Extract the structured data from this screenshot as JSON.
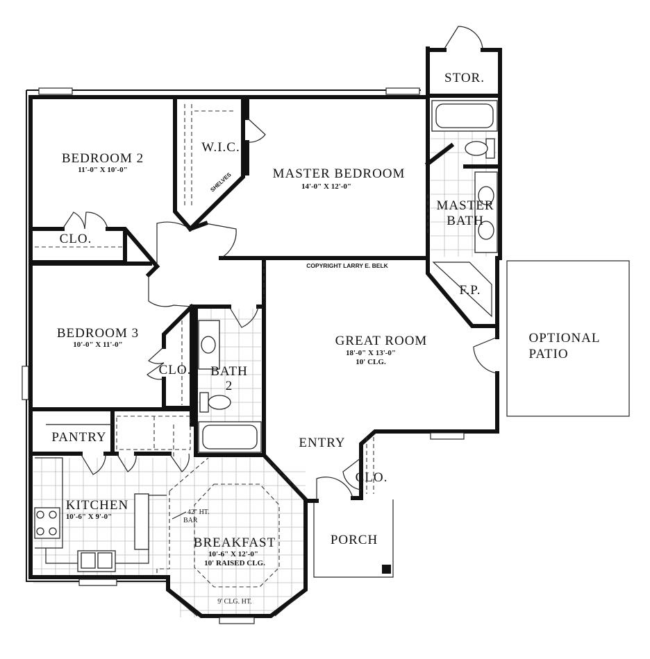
{
  "copyright": "COPYRIGHT LARRY E. BELK",
  "rooms": {
    "bedroom2": {
      "name": "BEDROOM 2",
      "dims": "11'-0\" X 10'-0\""
    },
    "bedroom3": {
      "name": "BEDROOM 3",
      "dims": "10'-0\" X 11'-0\""
    },
    "master_bedroom": {
      "name": "MASTER BEDROOM",
      "dims": "14'-0\" X 12'-0\""
    },
    "master_bath": {
      "line1": "MASTER",
      "line2": "BATH"
    },
    "stor": "STOR.",
    "wic": "W.I.C.",
    "shelves": "SHELVES",
    "clo": "CLO.",
    "fp": "F.P.",
    "great_room": {
      "name": "GREAT ROOM",
      "dims": "18'-0\" X 13'-0\"",
      "clg": "10' CLG."
    },
    "optional_patio": {
      "line1": "OPTIONAL",
      "line2": "PATIO"
    },
    "bath2": {
      "line1": "BATH",
      "line2": "2"
    },
    "pantry": "PANTRY",
    "kitchen": {
      "name": "KITCHEN",
      "dims": "10'-6\" X 9'-0\""
    },
    "bar": {
      "line1": "42\" HT.",
      "line2": "BAR"
    },
    "breakfast": {
      "name": "BREAKFAST",
      "dims": "10'-6\" X 12'-0\"",
      "clg": "10' RAISED CLG."
    },
    "breakfast_bay": "9' CLG. HT.",
    "entry": "ENTRY",
    "porch": "PORCH"
  }
}
